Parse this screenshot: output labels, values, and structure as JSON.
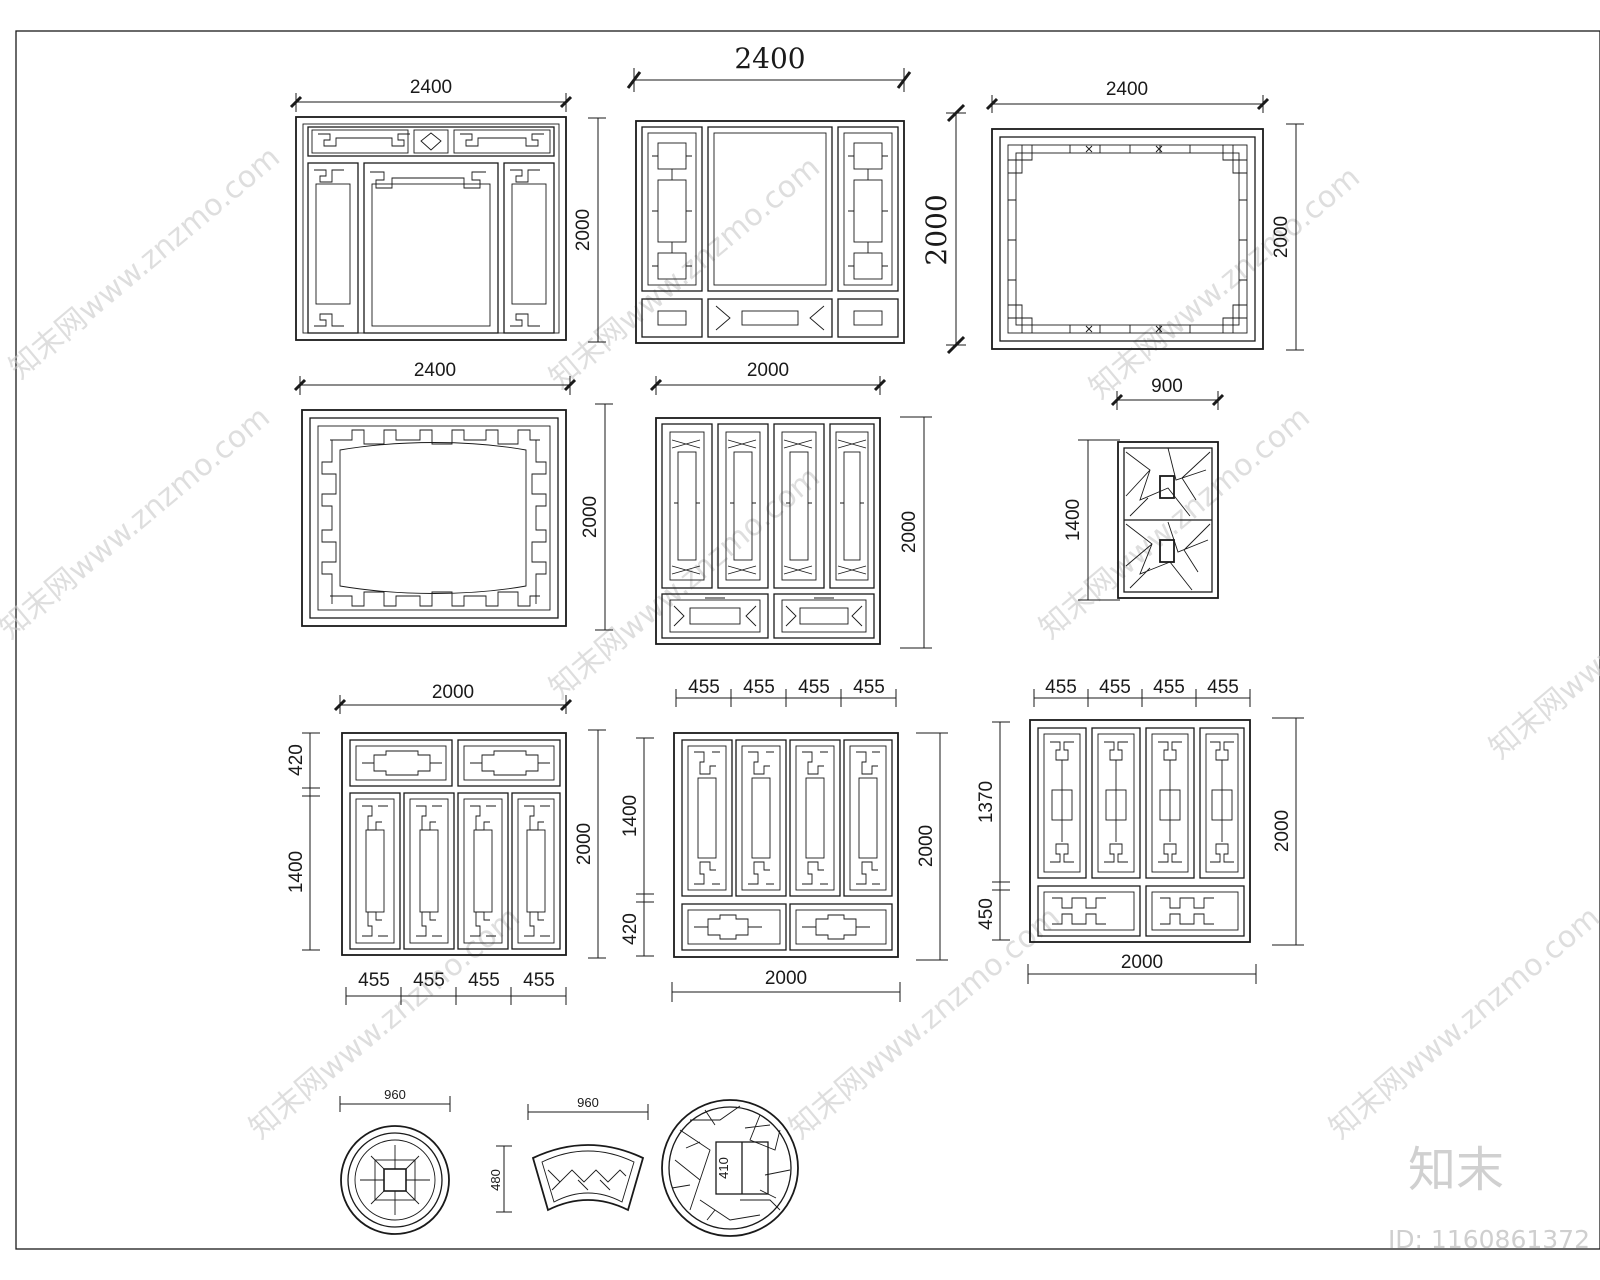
{
  "sheet": {
    "brand_mark": "知末",
    "id_label": "ID: 1160861372",
    "watermark": "知末网www.znzmo.com"
  },
  "panels": [
    {
      "id": "p1",
      "width_label": "2400",
      "height_label": "2000"
    },
    {
      "id": "p2",
      "width_label": "2400",
      "height_label": "2000"
    },
    {
      "id": "p3",
      "width_label": "2400",
      "height_label": "2000"
    },
    {
      "id": "p4",
      "width_label": "2400",
      "height_label": "2000"
    },
    {
      "id": "p5",
      "width_label": "2000",
      "height_label": "2000"
    },
    {
      "id": "p6",
      "width_label": "900",
      "height_label": "1400"
    },
    {
      "id": "p7",
      "width_label": "2000",
      "height_label": "2000",
      "top_label": "420",
      "mid_label": "1400",
      "bottom_labels": [
        "455",
        "455",
        "455",
        "455"
      ]
    },
    {
      "id": "p8",
      "width_label": "2000",
      "height_label": "2000",
      "top_labels": [
        "455",
        "455",
        "455",
        "455"
      ],
      "side_top_label": "1400",
      "side_bottom_label": "420"
    },
    {
      "id": "p9",
      "width_label": "2000",
      "height_label": "2000",
      "top_labels": [
        "455",
        "455",
        "455",
        "455"
      ],
      "side_top_label": "1370",
      "side_bottom_label": "450"
    },
    {
      "id": "p10",
      "width_label": "960"
    },
    {
      "id": "p11",
      "width_label": "960",
      "height_label": "480"
    },
    {
      "id": "p12",
      "center_label": "410"
    }
  ]
}
